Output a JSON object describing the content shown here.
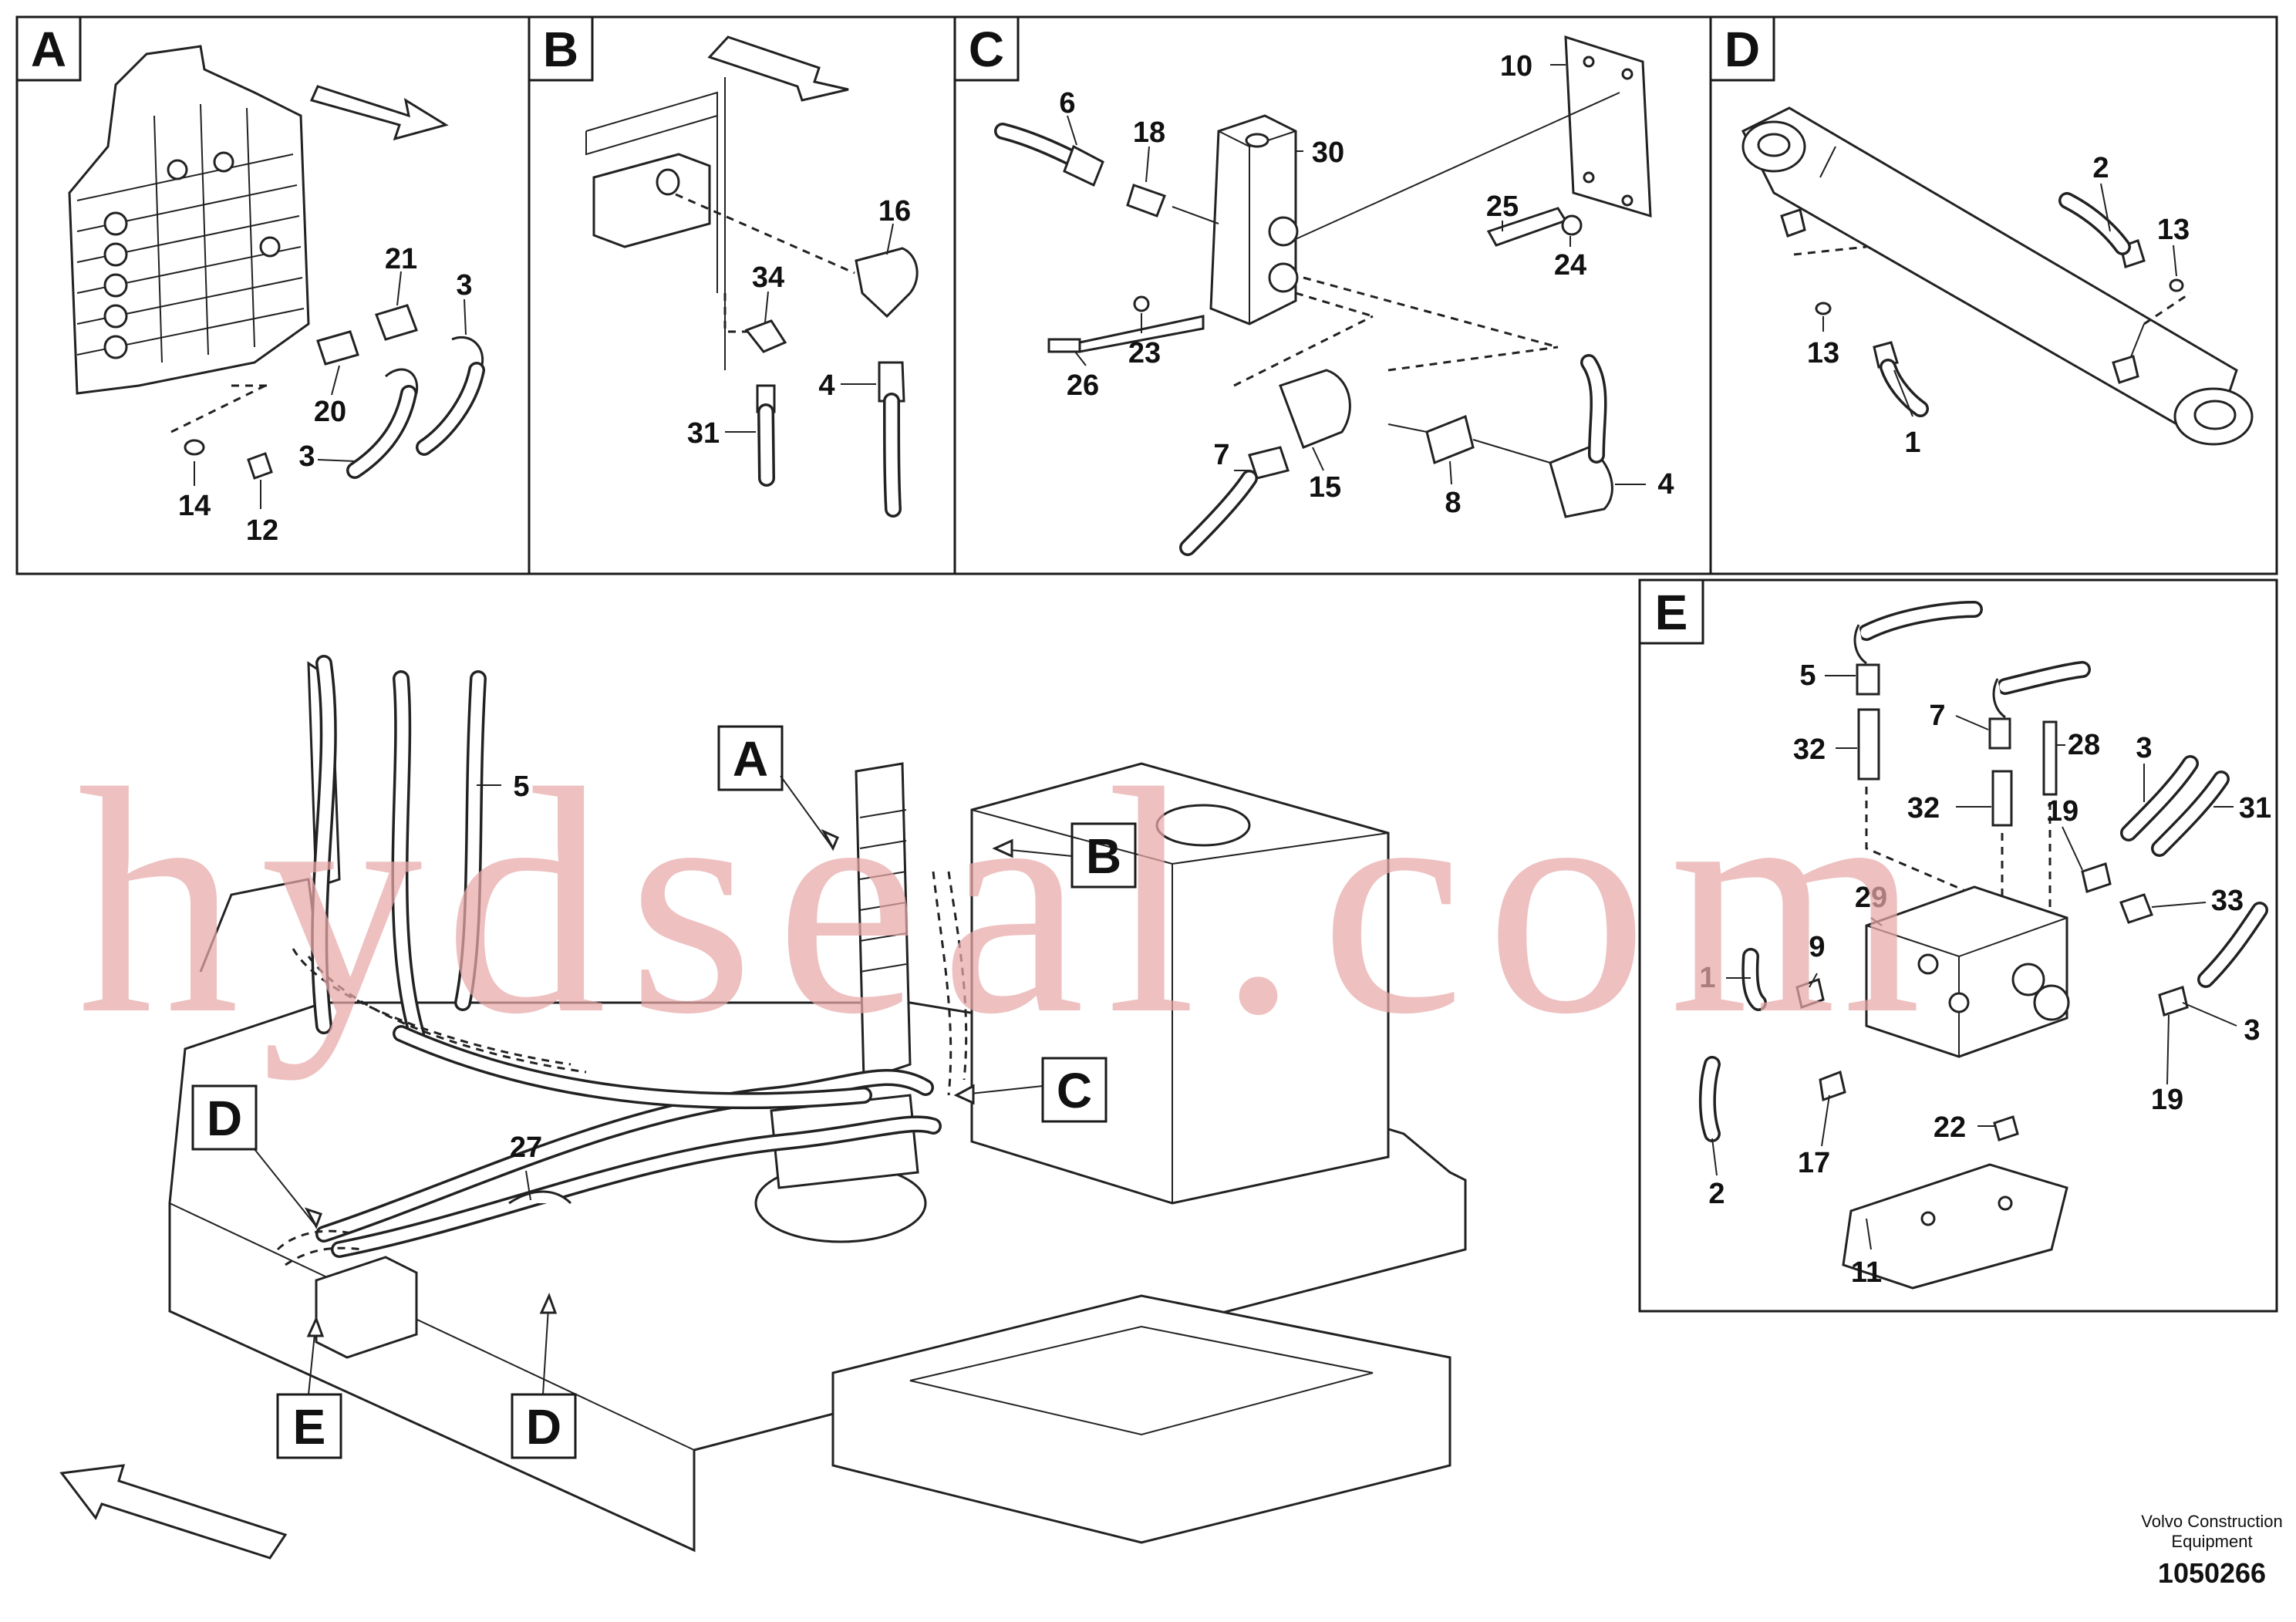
{
  "panels": [
    {
      "letter": "A",
      "labels": [
        "21",
        "3",
        "20",
        "3",
        "14",
        "12"
      ]
    },
    {
      "letter": "B",
      "labels": [
        "16",
        "34",
        "4",
        "31"
      ]
    },
    {
      "letter": "C",
      "labels": [
        "6",
        "18",
        "30",
        "10",
        "25",
        "24",
        "23",
        "26",
        "7",
        "15",
        "8",
        "4"
      ]
    },
    {
      "letter": "D",
      "labels": [
        "2",
        "13",
        "13",
        "1"
      ]
    },
    {
      "letter": "E",
      "labels": [
        "5",
        "7",
        "28",
        "32",
        "32",
        "3",
        "31",
        "29",
        "19",
        "33",
        "1",
        "9",
        "3",
        "19",
        "17",
        "22",
        "2",
        "11"
      ]
    }
  ],
  "main": {
    "callouts": [
      "A",
      "B",
      "C",
      "D",
      "D",
      "E"
    ],
    "labels": [
      "5",
      "27"
    ]
  },
  "watermark": "hydseal.com",
  "footer": {
    "brand_line1": "Volvo Construction",
    "brand_line2": "Equipment",
    "doc_number": "1050266"
  }
}
